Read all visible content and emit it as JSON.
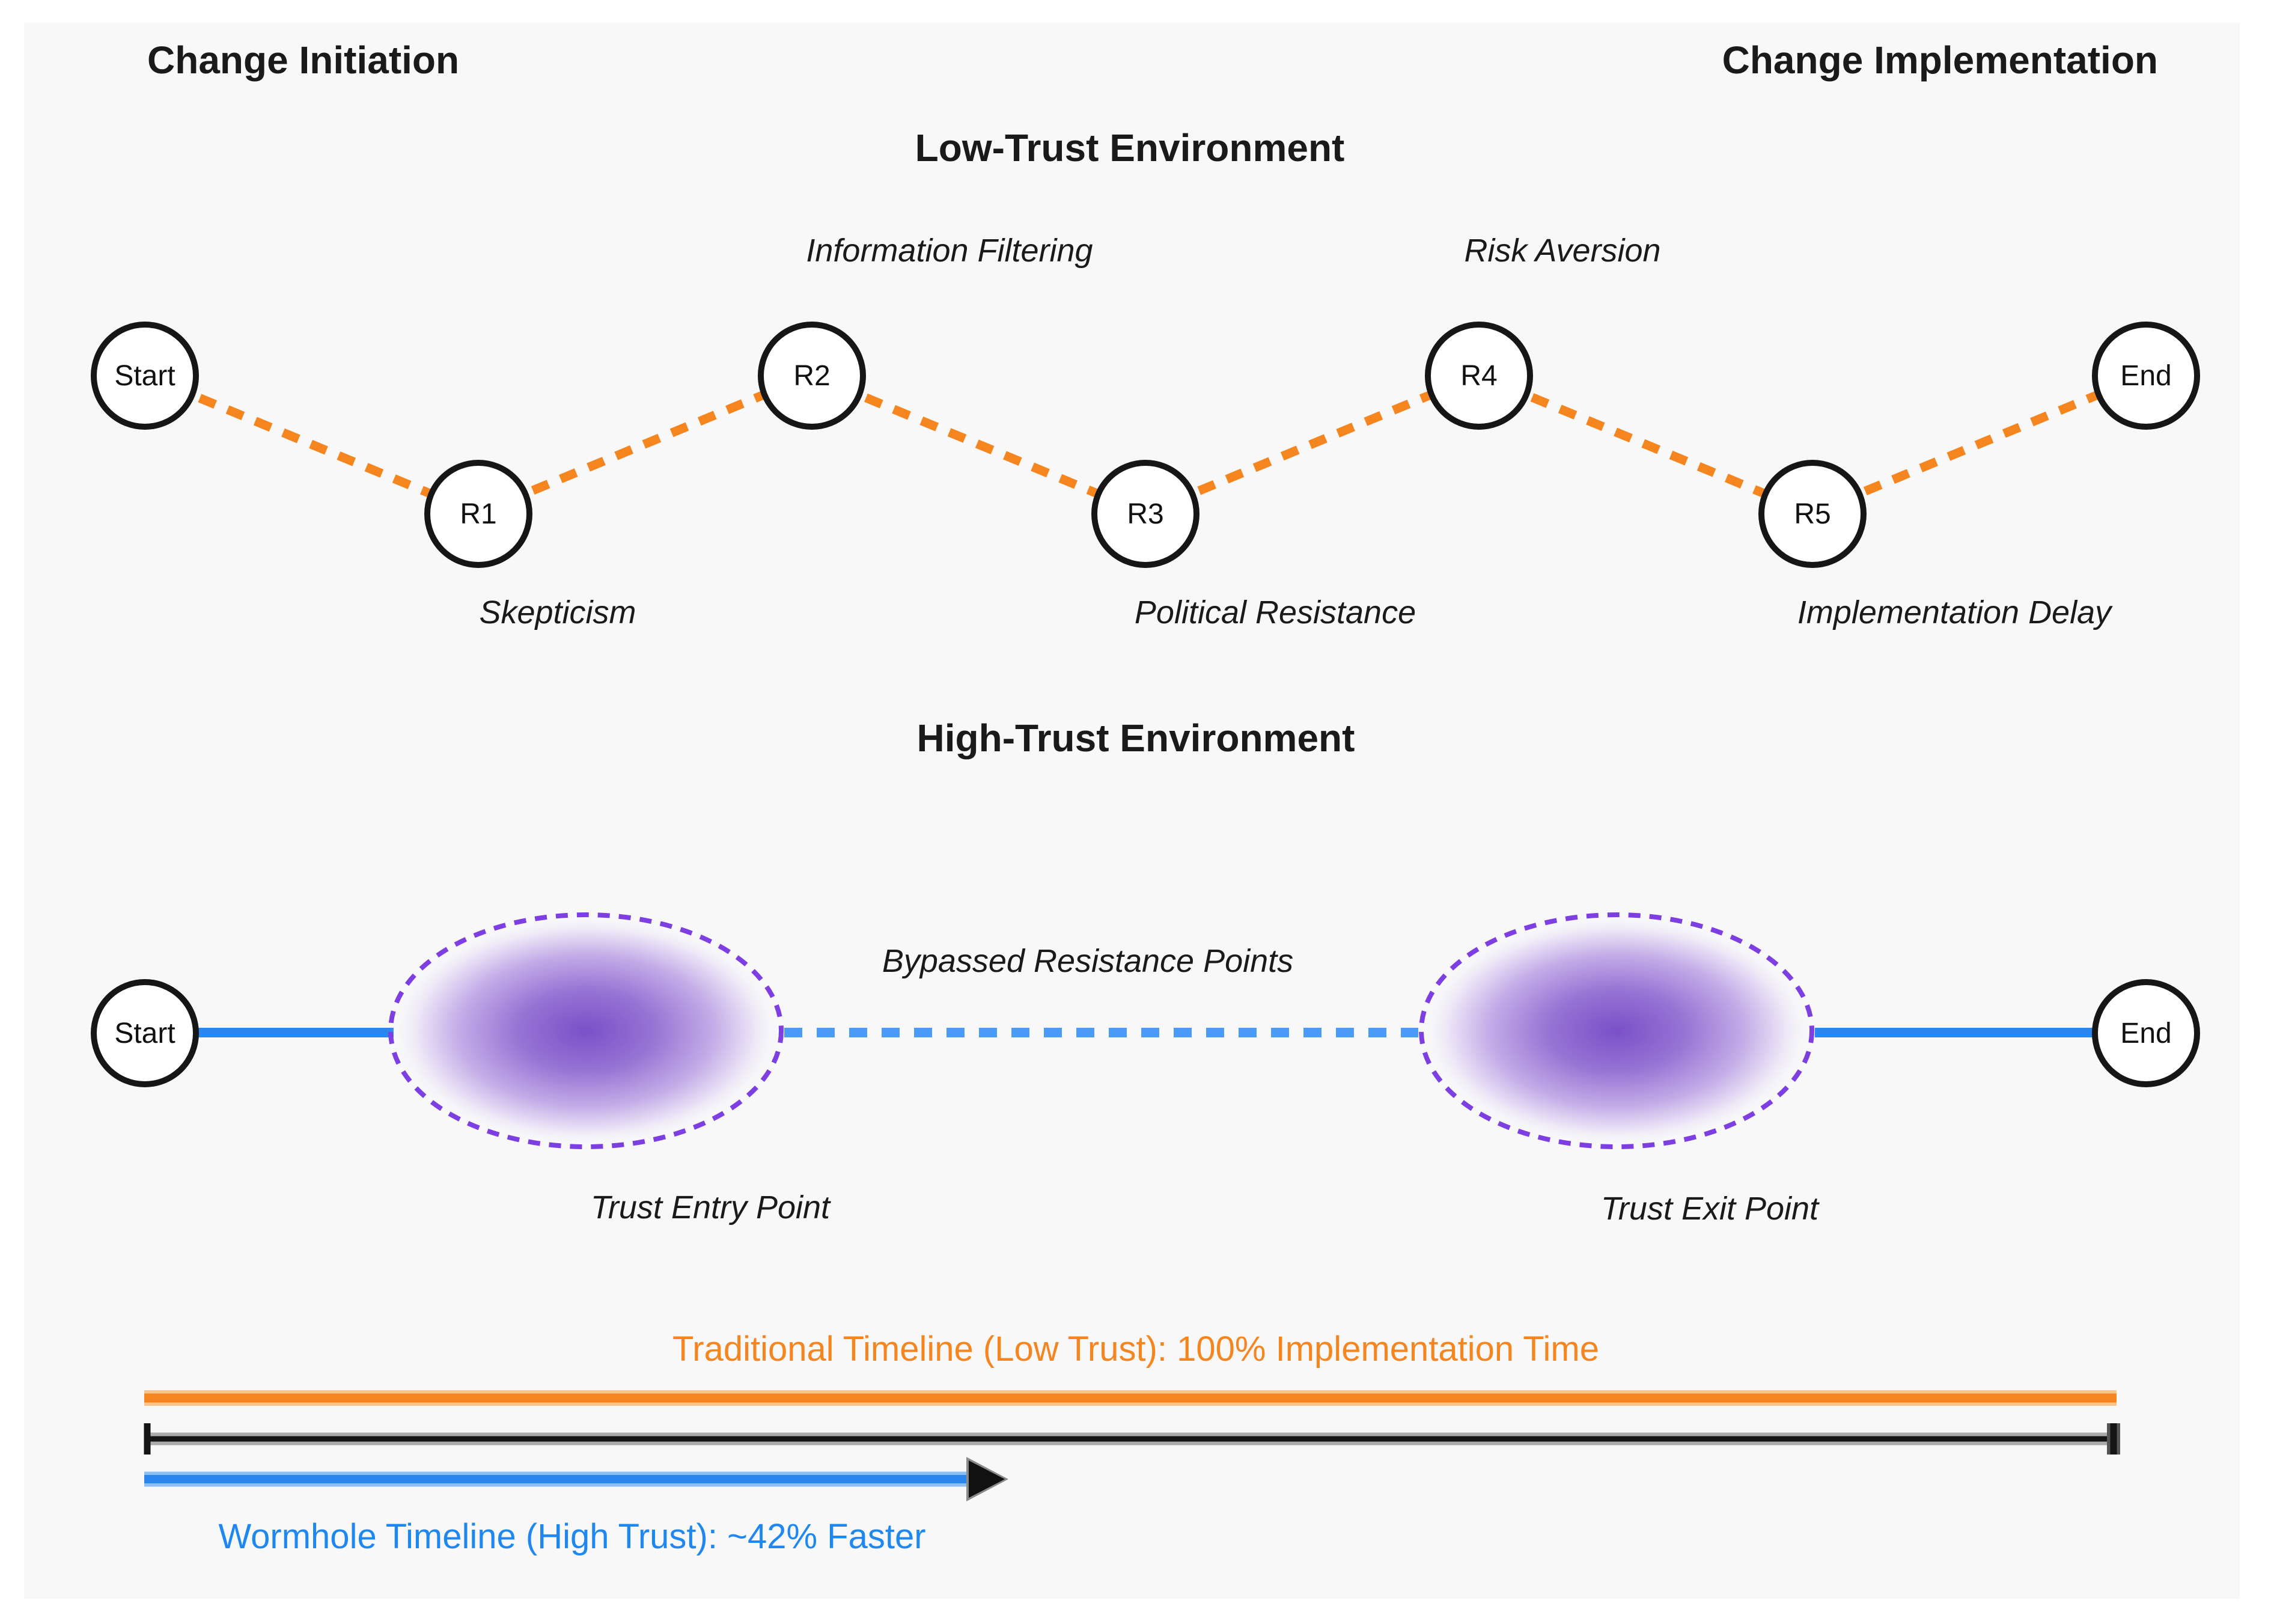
{
  "page": {
    "background": "#ffffff",
    "panel_background": "#f8f8f8"
  },
  "header": {
    "left_title": "Change Initiation",
    "right_title": "Change Implementation"
  },
  "low_trust": {
    "title": "Low-Trust Environment",
    "path_color": "#f5861f",
    "nodes": [
      {
        "id": "start",
        "label": "Start"
      },
      {
        "id": "r1",
        "label": "R1"
      },
      {
        "id": "r2",
        "label": "R2"
      },
      {
        "id": "r3",
        "label": "R3"
      },
      {
        "id": "r4",
        "label": "R4"
      },
      {
        "id": "r5",
        "label": "R5"
      },
      {
        "id": "end",
        "label": "End"
      }
    ],
    "annotations": {
      "information_filtering": "Information Filtering",
      "risk_aversion": "Risk Aversion",
      "skepticism": "Skepticism",
      "political_resistance": "Political Resistance",
      "implementation_delay": "Implementation Delay"
    }
  },
  "high_trust": {
    "title": "High-Trust Environment",
    "start_label": "Start",
    "end_label": "End",
    "bypassed_label": "Bypassed Resistance Points",
    "entry_label": "Trust Entry Point",
    "exit_label": "Trust Exit Point",
    "path_color": "#2b87f0",
    "wormhole_border_color": "#7d3ee2",
    "wormhole_core_color": "#7b50c8"
  },
  "timelines": {
    "traditional_label": "Traditional Timeline (Low Trust): 100% Implementation Time",
    "traditional_color": "#f5861f",
    "wormhole_label": "Wormhole Timeline (High Trust): ~42% Faster",
    "wormhole_color": "#1f87f0",
    "baseline_color": "#141414"
  }
}
